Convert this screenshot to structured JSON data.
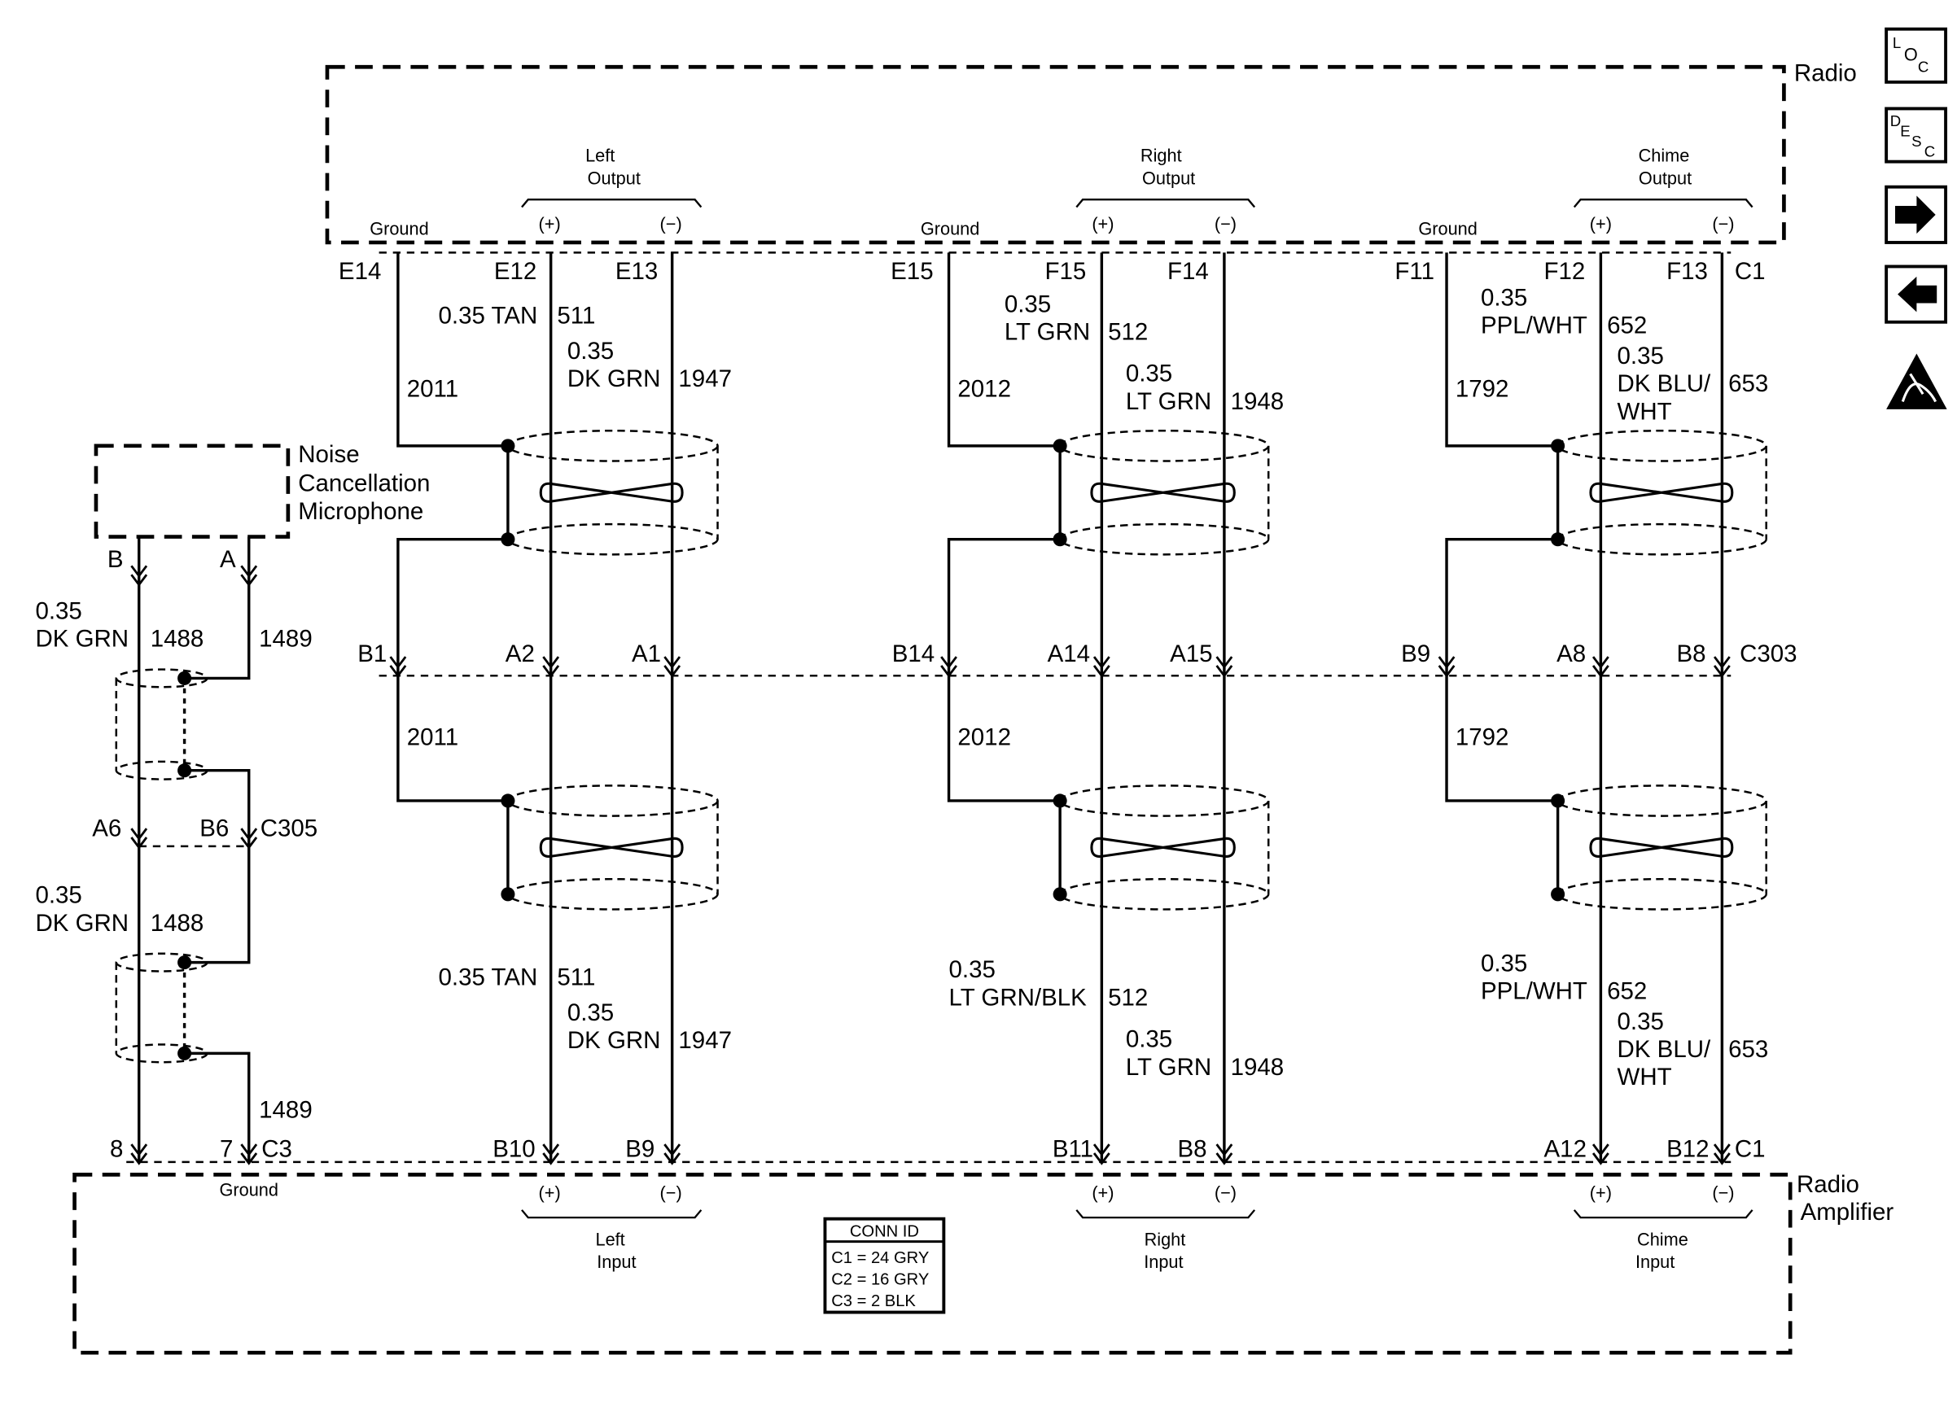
{
  "components": {
    "radio": "Radio",
    "radio_amplifier_line1": "Radio",
    "radio_amplifier_line2": "Amplifier",
    "mic_line1": "Noise",
    "mic_line2": "Cancellation",
    "mic_line3": "Microphone"
  },
  "ground_label": "Ground",
  "plus": "(+)",
  "minus": "(−)",
  "groups": {
    "left_output": [
      "Left",
      "Output"
    ],
    "right_output": [
      "Right",
      "Output"
    ],
    "chime_output": [
      "Chime",
      "Output"
    ],
    "left_input": [
      "Left",
      "Input"
    ],
    "right_input": [
      "Right",
      "Input"
    ],
    "chime_input": [
      "Chime",
      "Input"
    ]
  },
  "radio_pins": [
    "E14",
    "E12",
    "E13",
    "E15",
    "F15",
    "F14",
    "F11",
    "F12",
    "F13",
    "C1"
  ],
  "c303_pins": [
    "B1",
    "A2",
    "A1",
    "B14",
    "A14",
    "A15",
    "B9",
    "A8",
    "B8",
    "C303"
  ],
  "amp_pins": [
    "B10",
    "B9",
    "B11",
    "B8",
    "A12",
    "B12",
    "C1"
  ],
  "mic_pins": {
    "b": "B",
    "a": "A",
    "a6": "A6",
    "b6": "B6",
    "c305": "C305",
    "p8": "8",
    "p7": "7",
    "c3": "C3"
  },
  "wires_top": {
    "w1_size": "0.35 TAN",
    "w1_num": "511",
    "w2_size": "0.35",
    "w2_color": "DK GRN",
    "w2_num": "1947",
    "g1": "2011",
    "w3_size": "0.35",
    "w3_color": "LT GRN",
    "w3_num": "512",
    "w4_size": "0.35",
    "w4_color": "LT GRN",
    "w4_num": "1948",
    "g2": "2012",
    "w5_size": "0.35",
    "w5_color": "PPL/WHT",
    "w5_num": "652",
    "w6_size": "0.35",
    "w6_color1": "DK BLU/",
    "w6_color2": "WHT",
    "w6_num": "653",
    "g3": "1792"
  },
  "wires_bottom": {
    "g1": "2011",
    "g2": "2012",
    "g3": "1792",
    "w1_size": "0.35 TAN",
    "w1_num": "511",
    "w2_size": "0.35",
    "w2_color": "DK GRN",
    "w2_num": "1947",
    "w3_size": "0.35",
    "w3_color": "LT GRN/BLK",
    "w3_num": "512",
    "w4_size": "0.35",
    "w4_color": "LT GRN",
    "w4_num": "1948",
    "w5_size": "0.35",
    "w5_color": "PPL/WHT",
    "w5_num": "652",
    "w6_size": "0.35",
    "w6_color1": "DK BLU/",
    "w6_color2": "WHT",
    "w6_num": "653"
  },
  "mic_wires": {
    "top_size": "0.35",
    "top_color": "DK GRN",
    "top_num": "1488",
    "top_num_a": "1489",
    "mid_size": "0.35",
    "mid_color": "DK GRN",
    "mid_num": "1488",
    "bot_num_a": "1489"
  },
  "conn_id": {
    "title": "CONN ID",
    "rows": [
      "C1 = 24 GRY",
      "C2 = 16 GRY",
      "C3 = 2 BLK"
    ]
  },
  "side_icons": {
    "loc": [
      "L",
      "O",
      "C"
    ],
    "desc": [
      "D",
      "E",
      "S",
      "C"
    ],
    "next": "arrow-right-icon",
    "prev": "arrow-left-icon",
    "esd": "esd-warning-icon"
  }
}
